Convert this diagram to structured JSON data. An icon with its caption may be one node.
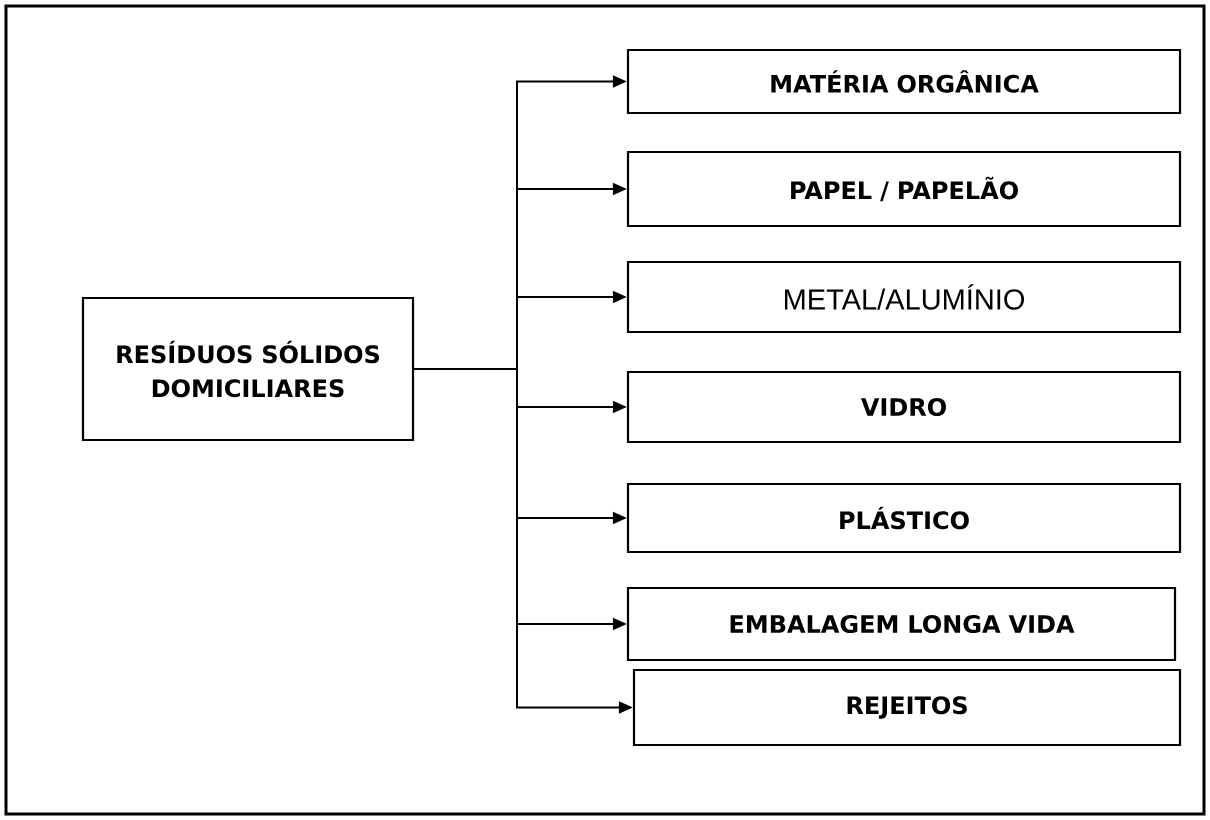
{
  "diagram": {
    "nodes": [
      {
        "text": [
          "RESÍDUOS SÓLIDOS DOMICILIARES"
        ]
      },
      {
        "text": [
          "MATÉRIA ORGÂNICA"
        ]
      },
      {
        "text": [
          "PAPEL / PAPELÃO"
        ]
      },
      {
        "text": [
          "METAL/ALUMÍNIO"
        ]
      },
      {
        "text": [
          "VIDRO"
        ]
      },
      {
        "text": [
          "PLÁSTICO"
        ]
      },
      {
        "text": [
          "EMBALAGEM LONGA VIDA"
        ]
      },
      {
        "text": [
          "REJEITOS"
        ]
      }
    ],
    "edges": [
      {
        "from": 0,
        "to": 1,
        "arrow": "to"
      },
      {
        "from": 0,
        "to": 2,
        "arrow": "to"
      },
      {
        "from": 0,
        "to": 3,
        "arrow": "to"
      },
      {
        "from": 0,
        "to": 4,
        "arrow": "to"
      },
      {
        "from": 0,
        "to": 5,
        "arrow": "to"
      },
      {
        "from": 0,
        "to": 6,
        "arrow": "to"
      },
      {
        "from": 0,
        "to": 7,
        "arrow": "to"
      }
    ]
  }
}
